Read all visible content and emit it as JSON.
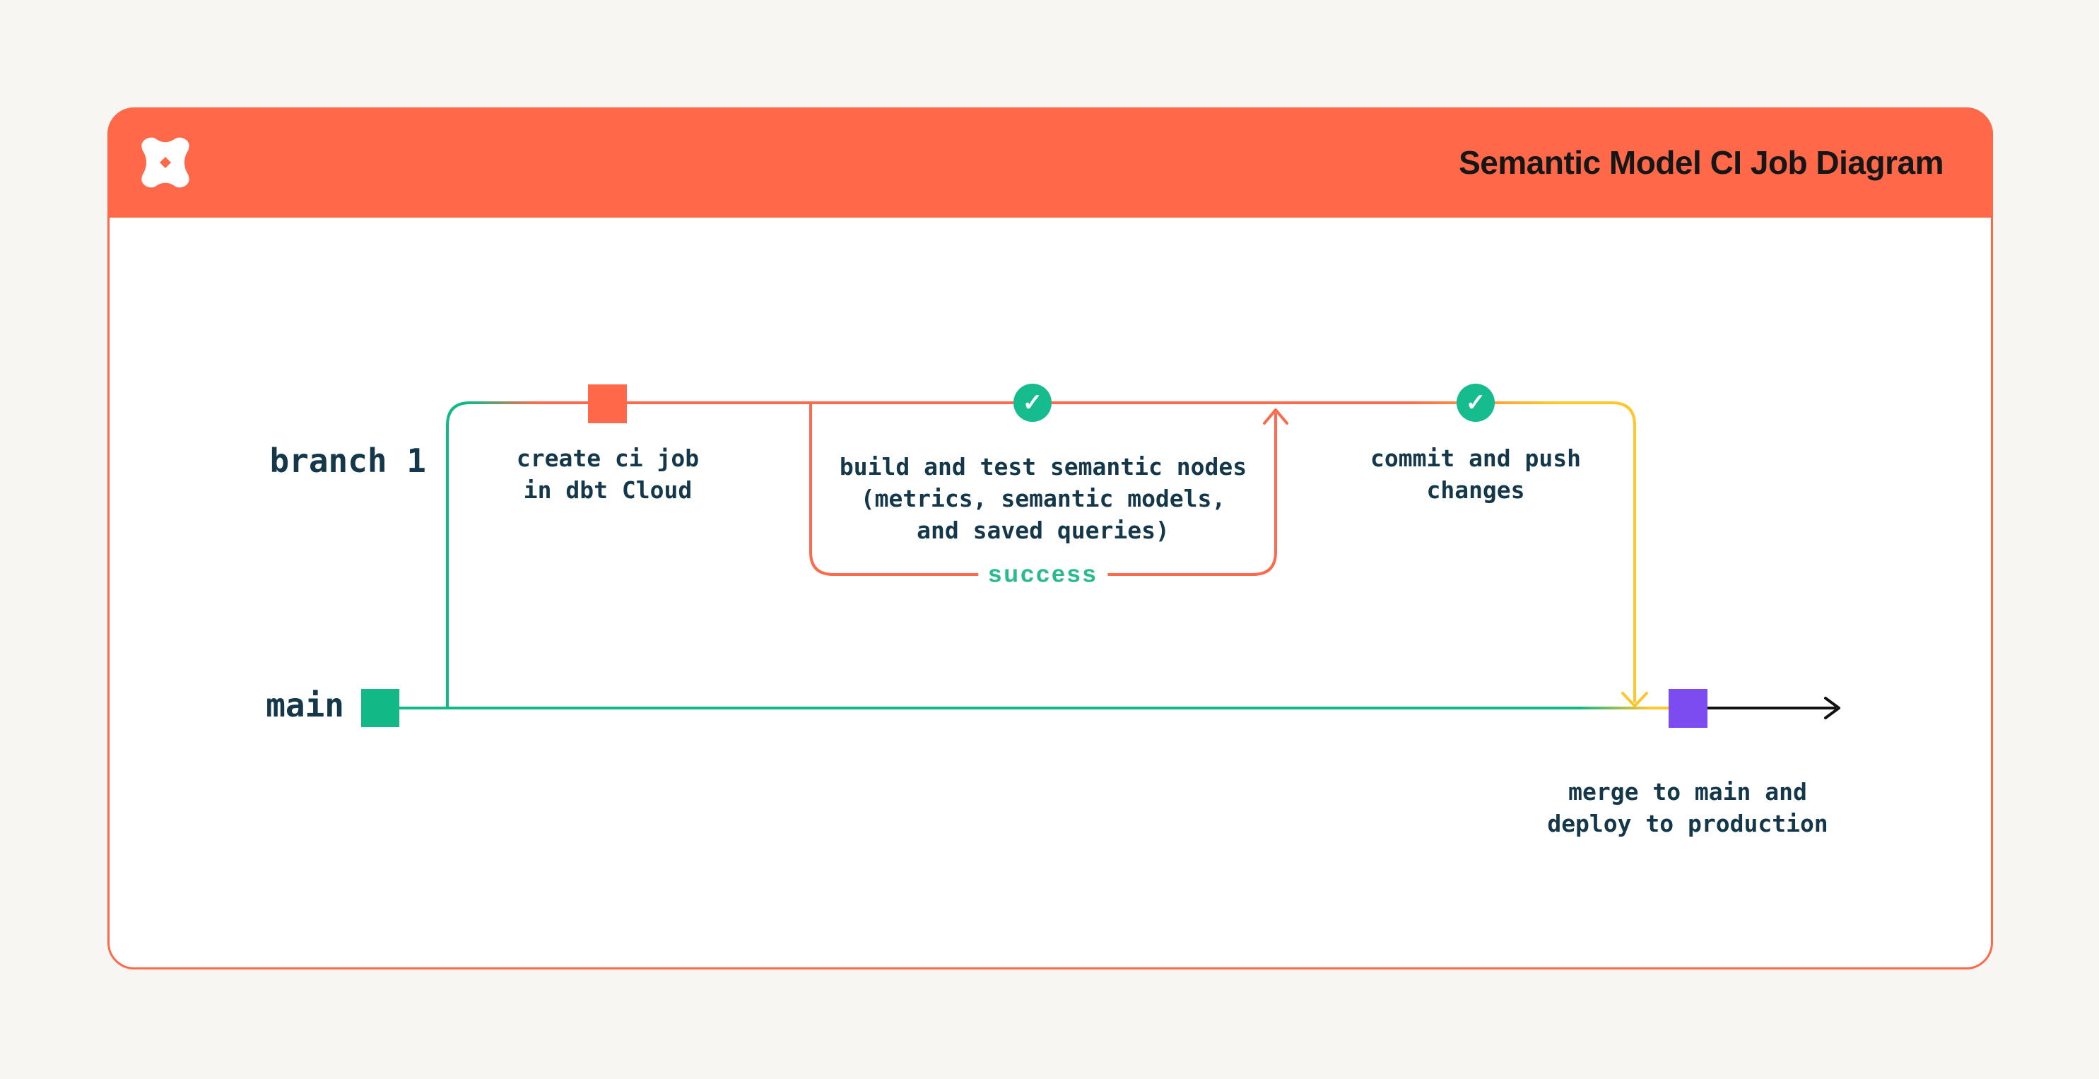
{
  "colors": {
    "bg": "#F7F6F3",
    "orange": "#FF694A",
    "line-orange": "#FF6A4C",
    "green": "#12B886",
    "circle-green": "#17BC8E",
    "yellow": "#FFC72C",
    "purple": "#7C4CF0",
    "ink": "#14384A",
    "title-ink": "#161616",
    "success-green": "#29BA8E",
    "arrow-black": "#111111"
  },
  "header": {
    "title": "Semantic Model CI Job Diagram",
    "logo_name": "dbt-logo"
  },
  "lanes": {
    "branch": "branch 1",
    "main": "main"
  },
  "nodes": {
    "create": {
      "caption": "create ci job\nin dbt Cloud"
    },
    "build": {
      "caption": "build and test semantic nodes\n(metrics, semantic models,\nand saved queries)"
    },
    "commit": {
      "caption": "commit and push\nchanges"
    },
    "merge": {
      "caption": "merge to main and\ndeploy to production"
    }
  },
  "loop": {
    "label": "success"
  },
  "icons": {
    "check": "✓"
  }
}
